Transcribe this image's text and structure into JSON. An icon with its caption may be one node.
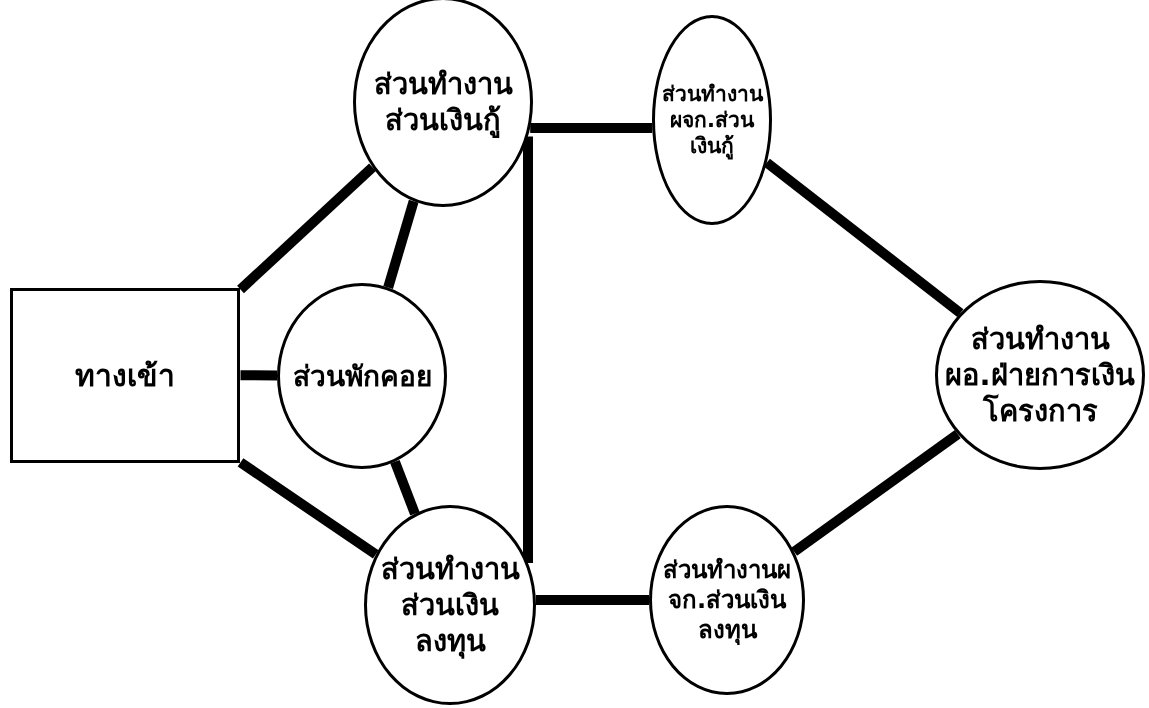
{
  "diagram": {
    "nodes": [
      {
        "text": [
          "ทางเข้า"
        ]
      },
      {
        "text": [
          "ส่วนทำงานส่วนเงินกู้"
        ]
      },
      {
        "text": [
          "ส่วนพักคอย"
        ]
      },
      {
        "text": [
          "ส่วนทำงานส่วนเงินลงทุน"
        ]
      },
      {
        "text": [
          "ส่วนทำงานผจก.ส่วนเงินกู้"
        ]
      },
      {
        "text": [
          "ส่วนทำงานผอ.ฝ่ายการเงินโครงการ"
        ]
      },
      {
        "text": [
          "ส่วนทำงานผจก.ส่วนเงินลงทุน"
        ]
      }
    ],
    "edges": [
      {
        "from": 0,
        "to": 1,
        "arrow": "none"
      },
      {
        "from": 0,
        "to": 2,
        "arrow": "none"
      },
      {
        "from": 0,
        "to": 3,
        "arrow": "none"
      },
      {
        "from": 1,
        "to": 2,
        "arrow": "none"
      },
      {
        "from": 2,
        "to": 3,
        "arrow": "none"
      },
      {
        "from": 1,
        "to": 3,
        "arrow": "none"
      },
      {
        "from": 1,
        "to": 4,
        "arrow": "none"
      },
      {
        "from": 4,
        "to": 5,
        "arrow": "none"
      },
      {
        "from": 5,
        "to": 6,
        "arrow": "none"
      },
      {
        "from": 3,
        "to": 6,
        "arrow": "none"
      }
    ]
  }
}
